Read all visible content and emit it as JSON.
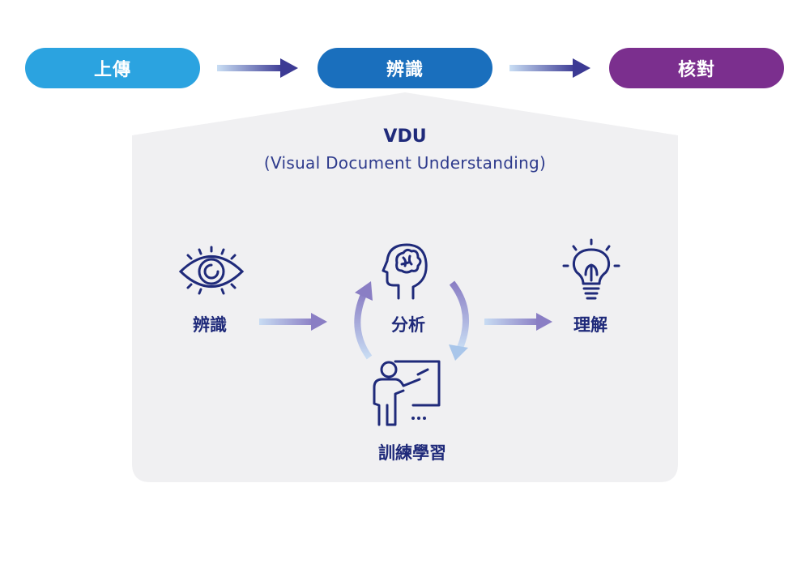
{
  "pipeline": {
    "steps": [
      {
        "label": "上傳",
        "color": "#2ba3e0"
      },
      {
        "label": "辨識",
        "color": "#1a6fbd"
      },
      {
        "label": "核對",
        "color": "#7b2f8e"
      }
    ]
  },
  "vdu": {
    "title": "VDU",
    "subtitle": "(Visual Document Understanding)"
  },
  "cycle": {
    "recognize": "辨識",
    "analyze": "分析",
    "understand": "理解",
    "training": "訓練學習"
  },
  "icons": [
    "eye-icon",
    "brain-head-icon",
    "lightbulb-icon",
    "teacher-board-icon"
  ],
  "colors": {
    "panel": "#f0f0f2",
    "icon": "#1f2a7a",
    "arrow_start": "#c8dcf3",
    "arrow_end": "#4b3f9e"
  }
}
